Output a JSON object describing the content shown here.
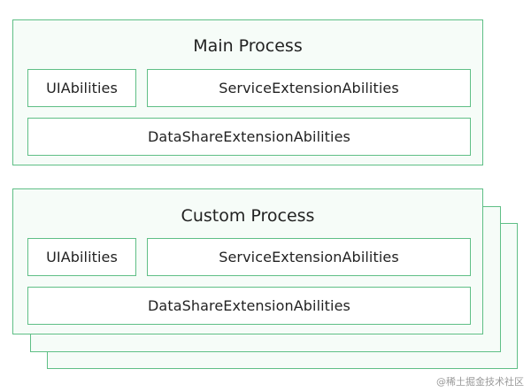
{
  "main_process": {
    "title": "Main Process",
    "ui_abilities": "UIAbilities",
    "service_extension_abilities": "ServiceExtensionAbilities",
    "datashare_extension_abilities": "DataShareExtensionAbilities"
  },
  "custom_process": {
    "title": "Custom Process",
    "ui_abilities": "UIAbilities",
    "service_extension_abilities": "ServiceExtensionAbilities",
    "datashare_extension_abilities": "DataShareExtensionAbilities"
  },
  "watermark": "@稀土掘金技术社区",
  "colors": {
    "border": "#5fbf86",
    "panel_fill": "#f6fcf8",
    "box_fill": "#ffffff"
  }
}
